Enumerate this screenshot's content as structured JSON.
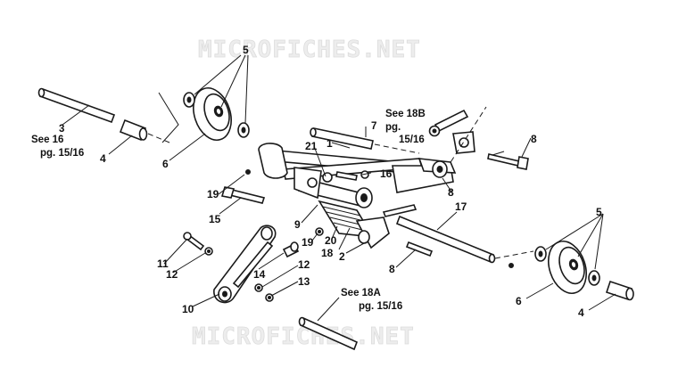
{
  "watermark": "MICROFICHES.NET",
  "notes": {
    "see16_ref": "3",
    "see16_line1": "See 16",
    "see16_line2": "pg. 15/16",
    "see18b_line1": "See 18B",
    "see18b_ref": "7",
    "see18b_line2": "pg.",
    "see18b_line3": "15/16",
    "see18a_line1": "See 18A",
    "see18a_line2": "pg. 15/16"
  },
  "callouts": {
    "c5_top": "5",
    "c4_left": "4",
    "c6_left": "6",
    "c1": "1",
    "c21": "21",
    "c16": "16",
    "c8_top": "8",
    "c8_mid": "8",
    "c19_left": "19",
    "c15": "15",
    "c9": "9",
    "c19_mid": "19",
    "c20": "20",
    "c18": "18",
    "c2": "2",
    "c17": "17",
    "c8_low": "8",
    "c11": "11",
    "c12_left": "12",
    "c14": "14",
    "c12_mid": "12",
    "c13": "13",
    "c10": "10",
    "c5_right": "5",
    "c6_right": "6",
    "c4_right": "4"
  }
}
